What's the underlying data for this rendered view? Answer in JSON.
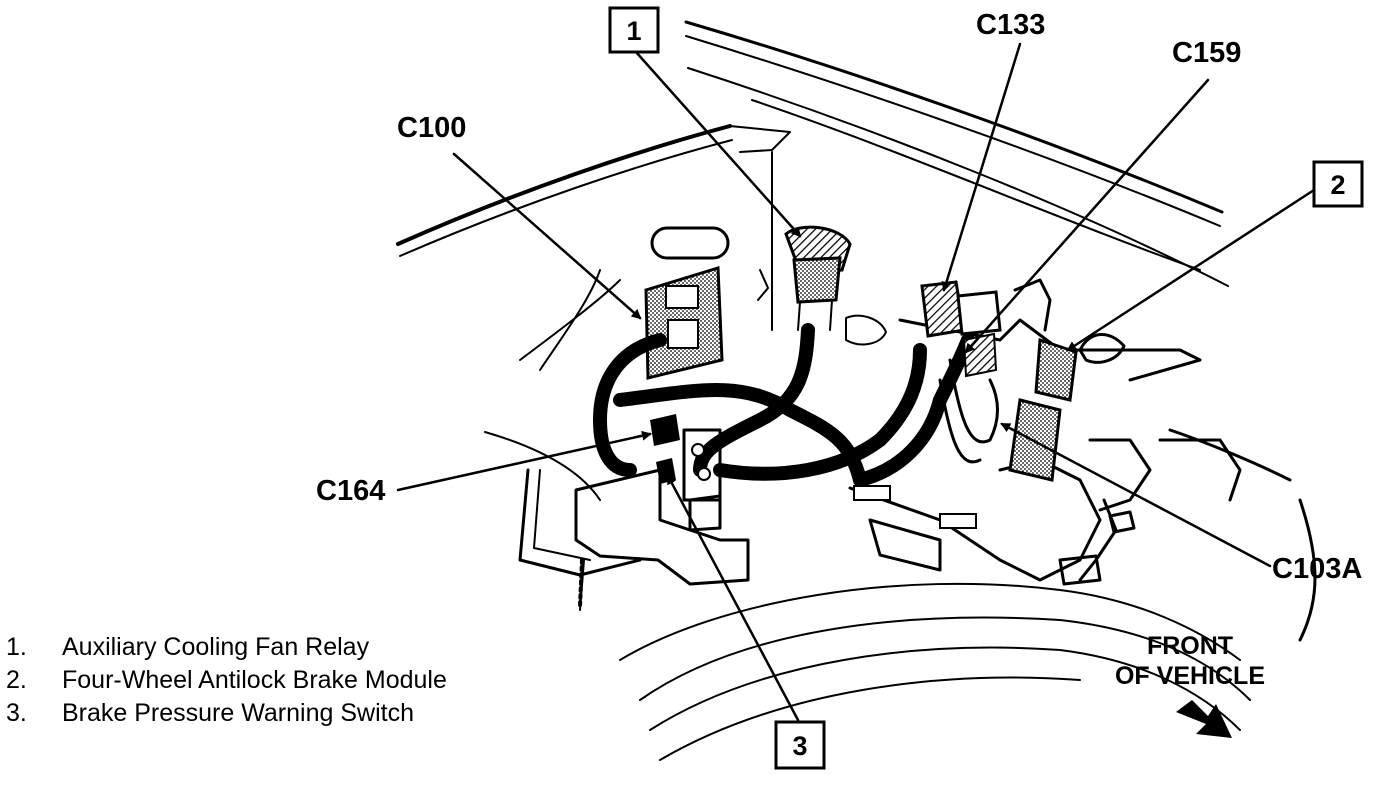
{
  "connectors": {
    "c100": "C100",
    "c133": "C133",
    "c159": "C159",
    "c164": "C164",
    "c103a": "C103A"
  },
  "callouts": {
    "one": "1",
    "two": "2",
    "three": "3"
  },
  "legend": [
    {
      "num": "1.",
      "text": "Auxiliary Cooling Fan Relay"
    },
    {
      "num": "2.",
      "text": "Four-Wheel Antilock Brake Module"
    },
    {
      "num": "3.",
      "text": "Brake Pressure Warning Switch"
    }
  ],
  "front": {
    "line1": "FRONT",
    "line2": "OF VEHICLE"
  }
}
